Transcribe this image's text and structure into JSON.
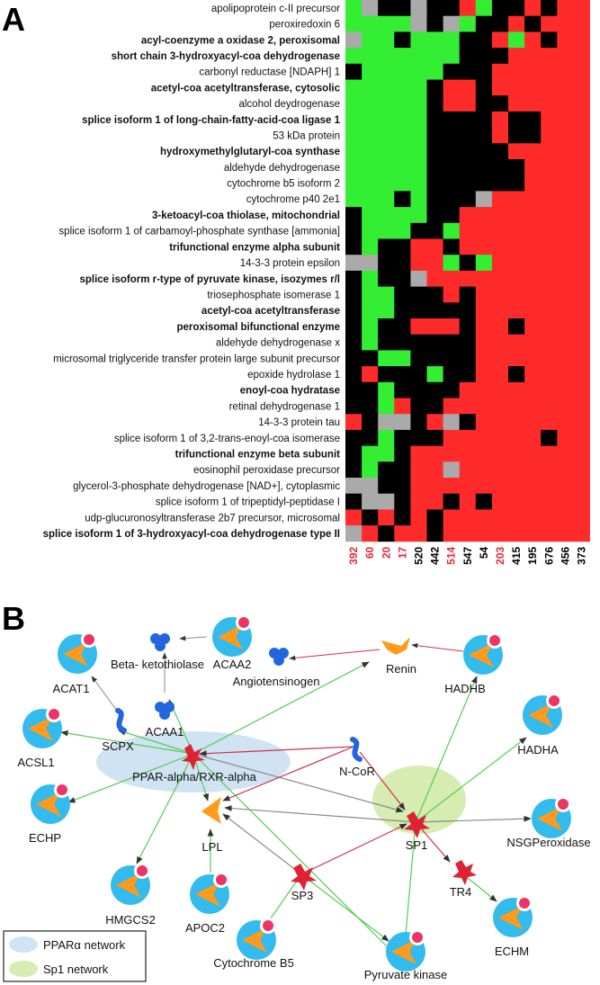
{
  "panel_a": {
    "label": "A",
    "colors": {
      "red": "#ff2a2a",
      "green": "#33ee33",
      "black": "#000000",
      "gray": "#aaaaaa",
      "highlight": "#e8283a"
    },
    "rows": [
      {
        "name": "apolipoprotein c-II precursor",
        "bold": false
      },
      {
        "name": "peroxiredoxin 6",
        "bold": false
      },
      {
        "name": "acyl-coenzyme a oxidase 2, peroxisomal",
        "bold": true
      },
      {
        "name": "short chain 3-hydroxyacyl-coa dehydrogenase",
        "bold": true
      },
      {
        "name": "carbonyl reductase [NDAPH] 1",
        "bold": false
      },
      {
        "name": "acetyl-coa acetyltransferase, cytosolic",
        "bold": true
      },
      {
        "name": "alcohol deydrogenase",
        "bold": false
      },
      {
        "name": "splice isoform 1 of long-chain-fatty-acid-coa ligase 1",
        "bold": true
      },
      {
        "name": "53 kDa protein",
        "bold": false
      },
      {
        "name": "hydroxymethylglutaryl-coa synthase",
        "bold": true
      },
      {
        "name": "aldehyde dehydrogenase",
        "bold": false
      },
      {
        "name": "cytochrome b5 isoform 2",
        "bold": false
      },
      {
        "name": "cytochrome p40 2e1",
        "bold": false
      },
      {
        "name": "3-ketoacyl-coa thiolase, mitochondrial",
        "bold": true
      },
      {
        "name": "splice isoform 1 of carbamoyl-phosphate  synthase [ammonia]",
        "bold": false
      },
      {
        "name": "trifunctional enzyme alpha subunit",
        "bold": true
      },
      {
        "name": "14-3-3 protein epsilon",
        "bold": false
      },
      {
        "name": "splice isoform r-type of pyruvate kinase, isozymes r/l",
        "bold": true
      },
      {
        "name": "triosephosphate isomerase 1",
        "bold": false
      },
      {
        "name": "acetyl-coa acetyltransferase",
        "bold": true
      },
      {
        "name": "peroxisomal bifunctional enzyme",
        "bold": true
      },
      {
        "name": "aldehyde dehydrogenase x",
        "bold": false
      },
      {
        "name": "microsomal triglyceride transfer protein large subunit precursor",
        "bold": false
      },
      {
        "name": "epoxide hydrolase 1",
        "bold": false
      },
      {
        "name": "enoyl-coa hydratase",
        "bold": true
      },
      {
        "name": "retinal dehydrogenase 1",
        "bold": false
      },
      {
        "name": "14-3-3 protein tau",
        "bold": false
      },
      {
        "name": "splice isoform 1 of 3,2-trans-enoyl-coa isomerase",
        "bold": false
      },
      {
        "name": "trifunctional enzyme beta subunit",
        "bold": true
      },
      {
        "name": "eosinophil peroxidase precursor",
        "bold": false
      },
      {
        "name": "glycerol-3-phosphate dehydrogenase [NAD+], cytoplasmic",
        "bold": false
      },
      {
        "name": "splice isoform 1 of tripeptidyl-peptidase I",
        "bold": false
      },
      {
        "name": "udp-glucuronosyltransferase 2b7 precursor, microsomal",
        "bold": false
      },
      {
        "name": "splice isoform 1 of 3-hydroxyacyl-coa dehydrogenase type II",
        "bold": true
      }
    ],
    "columns": [
      {
        "label": "392",
        "highlight": true
      },
      {
        "label": "60",
        "highlight": true
      },
      {
        "label": "20",
        "highlight": true
      },
      {
        "label": "17",
        "highlight": true
      },
      {
        "label": "520",
        "highlight": false
      },
      {
        "label": "442",
        "highlight": false
      },
      {
        "label": "514",
        "highlight": true
      },
      {
        "label": "547",
        "highlight": false
      },
      {
        "label": "54",
        "highlight": false
      },
      {
        "label": "203",
        "highlight": true
      },
      {
        "label": "415",
        "highlight": false
      },
      {
        "label": "195",
        "highlight": false
      },
      {
        "label": "676",
        "highlight": false
      },
      {
        "label": "456",
        "highlight": false
      },
      {
        "label": "373",
        "highlight": false
      }
    ],
    "matrix": [
      "GXkkXkkRGkkRkRR",
      "GGGGXkXGkkRkRRR",
      "XGGkGGGkkRGRkRR",
      "GGGGGGGkkkRRRRR",
      "kGGGGGkkkRRRRRR",
      "GGGGGkRRkRRRRRR",
      "GGGGGkRRkkRRRRR",
      "GGGGGkkkkRkkRRR",
      "GGGGGkkkkRkkRRR",
      "GGGGGkkkkkRRRRR",
      "GGGGGkkkkkkRRRR",
      "GGGGGkkkkkkRRRR",
      "GGGkGkkkXRRRRRR",
      "kGGGGkkRRRRRRRR",
      "kGGGkkGRRRRRRRR",
      "kGkkRRkRRRRRRRR",
      "XXkkRRGkGRRRRRR",
      "kGkkXRRRRRRRRRR",
      "kGGkkkRkRRRRRRR",
      "kGGkkkkkRRRRRRR",
      "kGkkRRRkRRkRRRR",
      "kGkkkkkkRRRRRRR",
      "kkGGkkkkRRRRRRR",
      "kRkkkGkkRRkRRRR",
      "kkGkkkkRRRRRRRR",
      "kkGRkkRRRRRRRRR",
      "RkXXkRXkRRRRRRR",
      "kkGkkkRRRRRRkRR",
      "kGGkRRRRRRRRRRR",
      "kGkkRRXRRRRRRRR",
      "XXkkRRRRRRRRRRR",
      "kXXkRRkRkRRRRRR",
      "RkRkRkRRRRRRRRR",
      "XRkRRkRRRRRRRRR"
    ]
  },
  "panel_b": {
    "label": "B",
    "colors": {
      "ppar_ellipse": "#cfe3f3",
      "sp1_ellipse": "#d6ecb0",
      "activation_edge": "#55cc55",
      "inhibition_edge": "#cc3344",
      "unspecified_edge": "#8a8a8a",
      "enzyme_ring": "#33bbee",
      "enzyme_fill": "#ff9a1a",
      "pink_marker": "#ee3366",
      "blue_protein": "#2266dd",
      "tf_red": "#dd2233"
    },
    "nodes": {
      "beta_ketothiolase": "Beta- ketothiolase",
      "acaa2": "ACAA2",
      "acat1": "ACAT1",
      "angiotensinogen": "Angiotensinogen",
      "renin": "Renin",
      "hadhb": "HADHB",
      "acaa1": "ACAA1",
      "scpx": "SCPX",
      "acsl1": "ACSL1",
      "ppar": "PPAR-alpha/RXR-alpha",
      "ncor": "N-CoR",
      "hadha": "HADHA",
      "echp": "ECHP",
      "lpl": "LPL",
      "sp1": "SP1",
      "nsgperoxidase": "NSGPeroxidase",
      "hmgcs2": "HMGCS2",
      "apoc2": "APOC2",
      "sp3": "SP3",
      "tr4": "TR4",
      "echm": "ECHM",
      "cytochrome_b5": "Cytochrome B5",
      "pyruvate_kinase": "Pyruvate kinase"
    },
    "legend": [
      {
        "label": "PPARα network",
        "color": "#cfe3f3"
      },
      {
        "label": "Sp1 network",
        "color": "#d6ecb0"
      }
    ]
  }
}
